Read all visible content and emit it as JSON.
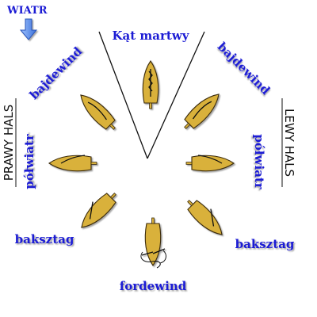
{
  "wind_label": "WIATR",
  "dead_angle_label": "Kąt martwy",
  "point_labels": {
    "bajdewind_left": "bajdewind",
    "bajdewind_right": "bajdewind",
    "polwiatr_left": "półwiatr",
    "polwiatr_right": "półwiatr",
    "baksztag_left": "baksztag",
    "baksztag_right": "baksztag",
    "fordewind": "fordewind"
  },
  "tack_labels": {
    "right": "PRAWY HALS",
    "left": "LEWY HALS"
  },
  "colors": {
    "label_blue": "#1b1bd4",
    "hull": "#d9b13a",
    "hull_outline": "#3a2a08",
    "wind_arrow": "#4a86e8"
  },
  "boat_headings_deg": [
    0,
    -45,
    45,
    -90,
    90,
    -135,
    135,
    180
  ]
}
